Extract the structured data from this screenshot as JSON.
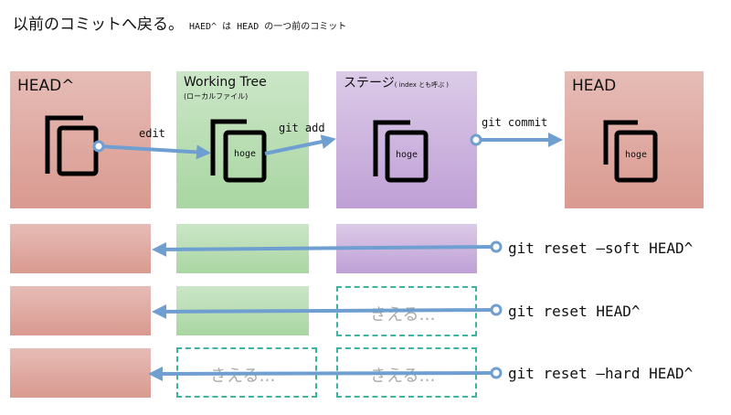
{
  "title": "以前のコミットへ戻る。",
  "subtitle": "HAED^ は HEAD の一つ前のコミット",
  "boxes": {
    "head_prev": {
      "label": "HEAD^"
    },
    "working_tree": {
      "label": "Working Tree",
      "sublabel": "(ローカルファイル)"
    },
    "stage": {
      "label": "ステージ",
      "sublabel": "( index とも呼ぶ )"
    },
    "head": {
      "label": "HEAD"
    }
  },
  "file_label": "hoge",
  "commands": {
    "edit": "edit",
    "git_add": "git add",
    "git_commit": "git commit"
  },
  "resets": {
    "soft": "git reset —soft HEAD^",
    "mixed": "git reset HEAD^",
    "hard": "git reset —hard HEAD^"
  },
  "disappear_label": "きえる…",
  "colors": {
    "red": "#d99a90",
    "green": "#a9d6a2",
    "purple": "#bfa0d6",
    "arrow": "#6f9fd0",
    "dashed": "#3fb39f"
  }
}
